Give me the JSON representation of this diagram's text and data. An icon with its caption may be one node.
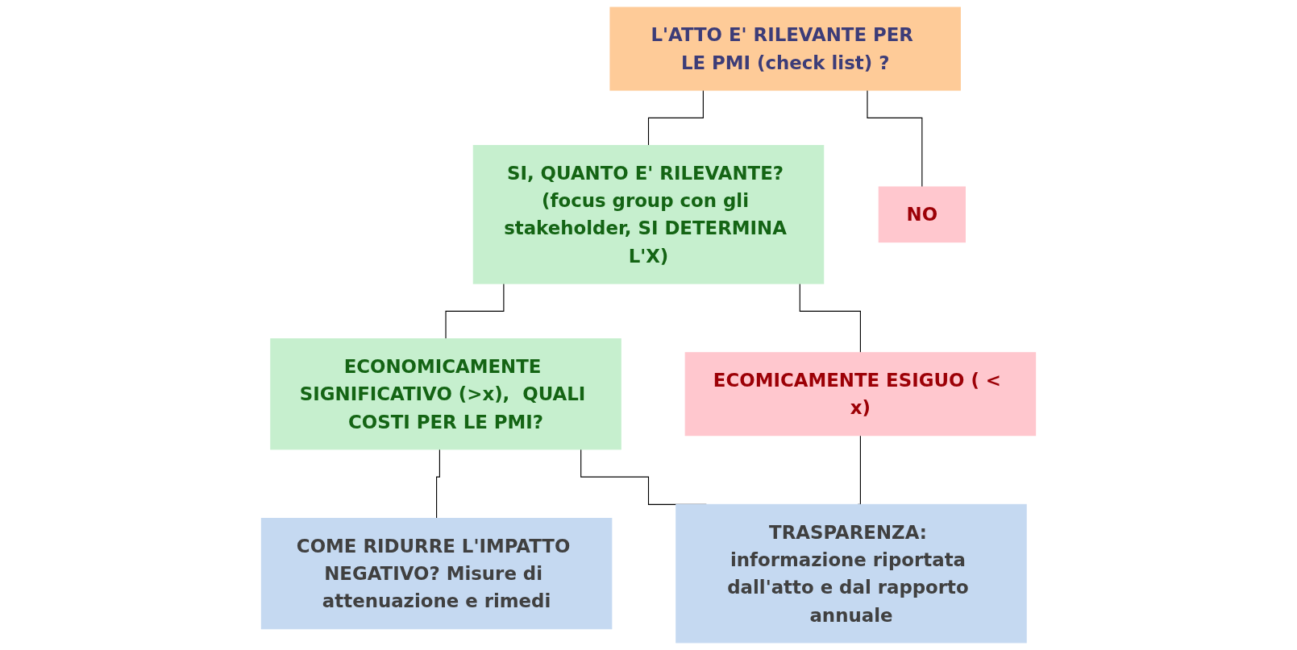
{
  "diagram": {
    "nodes": [
      {
        "text": [
          "L'ATTO E' RILEVANTE PER LE PMI (check list) ?"
        ]
      },
      {
        "text": [
          "SI, QUANTO E' RILEVANTE? (focus group con gli stakeholder, SI DETERMINA L'X)"
        ]
      },
      {
        "text": [
          "NO"
        ]
      },
      {
        "text": [
          "ECONOMICAMENTE SIGNIFICATIVO (>x),  QUALI COSTI PER LE PMI?"
        ]
      },
      {
        "text": [
          "ECOMICAMENTE ESIGUO ( < x)"
        ]
      },
      {
        "text": [
          "COME RIDURRE L'IMPATTO NEGATIVO? Misure di attenuazione e rimedi"
        ]
      },
      {
        "text": [
          "TRASPARENZA: informazione riportata dall'atto e dal rapporto annuale"
        ]
      }
    ],
    "edges": [
      {
        "from": 0,
        "to": 1,
        "arrow": "none"
      },
      {
        "from": 0,
        "to": 2,
        "arrow": "none"
      },
      {
        "from": 1,
        "to": 3,
        "arrow": "none"
      },
      {
        "from": 1,
        "to": 4,
        "arrow": "none"
      },
      {
        "from": 3,
        "to": 5,
        "arrow": "none"
      },
      {
        "from": 3,
        "to": 6,
        "arrow": "none"
      },
      {
        "from": 4,
        "to": 6,
        "arrow": "none"
      }
    ]
  }
}
